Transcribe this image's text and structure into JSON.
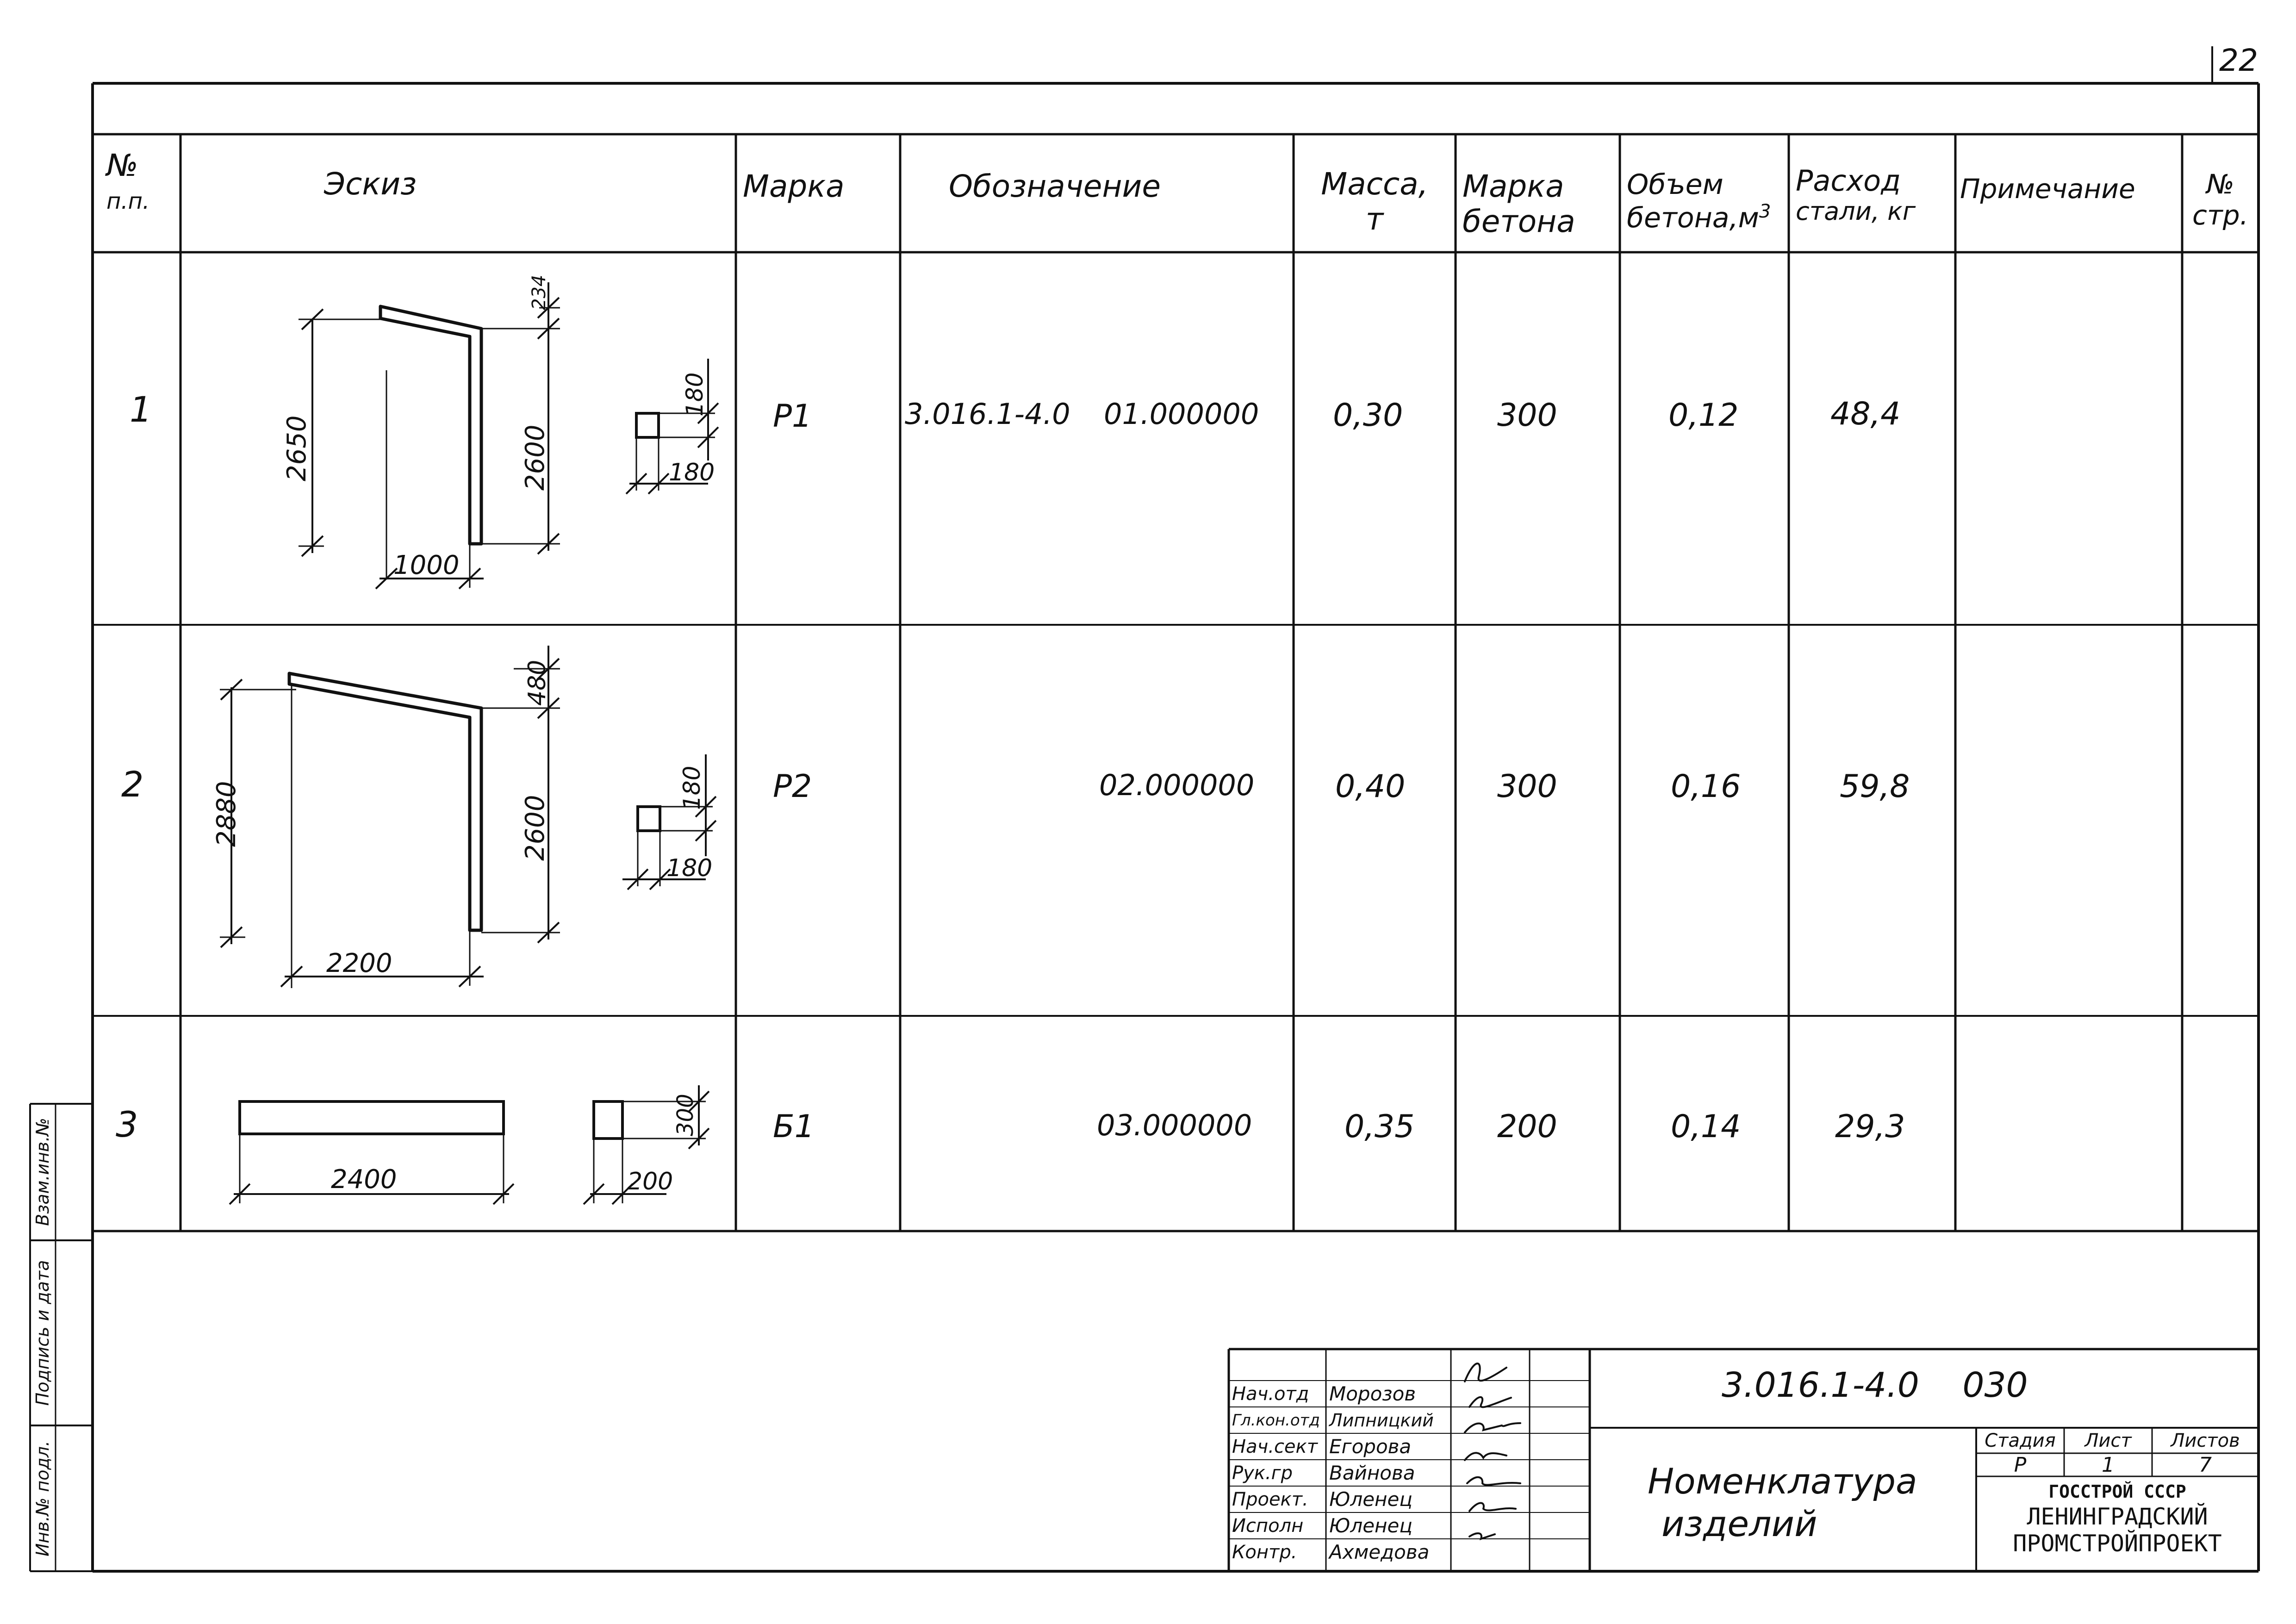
{
  "page_number": "22",
  "headers": {
    "no": [
      "№",
      "п.п."
    ],
    "sketch": "Эскиз",
    "mark": "Марка",
    "designation": "Обозначение",
    "mass": [
      "Масса,",
      "т"
    ],
    "concrete_grade": [
      "Марка",
      "бетона"
    ],
    "concrete_volume": [
      "Объем",
      "бетона,м",
      "3"
    ],
    "steel": [
      "Расход",
      "стали, кг"
    ],
    "note": "Примечание",
    "page": [
      "№",
      "стр."
    ]
  },
  "rows": [
    {
      "no": "1",
      "mark": "Р1",
      "series": "3.016.1-4.0",
      "code": "01.000000",
      "mass": "0,30",
      "grade": "300",
      "volume": "0,12",
      "steel": "48,4",
      "dims": {
        "overall_h": "2650",
        "leg_h": "2600",
        "slope": "234",
        "width": "1000",
        "sec_h": "180",
        "sec_w": "180"
      }
    },
    {
      "no": "2",
      "mark": "Р2",
      "series": "",
      "code": "02.000000",
      "mass": "0,40",
      "grade": "300",
      "volume": "0,16",
      "steel": "59,8",
      "dims": {
        "overall_h": "2880",
        "leg_h": "2600",
        "slope": "480",
        "width": "2200",
        "sec_h": "180",
        "sec_w": "180"
      }
    },
    {
      "no": "3",
      "mark": "Б1",
      "series": "",
      "code": "03.000000",
      "mass": "0,35",
      "grade": "200",
      "volume": "0,14",
      "steel": "29,3",
      "dims": {
        "length": "2400",
        "sec_h": "300",
        "sec_w": "200"
      }
    }
  ],
  "side_stamp": [
    "Инв.№ подл.",
    "Подпись и дата",
    "Взам.инв.№"
  ],
  "title_block": {
    "people": [
      {
        "role": "Нач.отд",
        "name": "Морозов"
      },
      {
        "role": "Гл.кон.отд",
        "name": "Липницкий"
      },
      {
        "role": "Нач.сект",
        "name": "Егорова"
      },
      {
        "role": "Рук.гр",
        "name": "Вайнова"
      },
      {
        "role": "Проект.",
        "name": "Юленец"
      },
      {
        "role": "Исполн",
        "name": "Юленец"
      },
      {
        "role": "Контр.",
        "name": "Ахмедова"
      }
    ],
    "doc_code": "3.016.1-4.0",
    "doc_sheet_code": "030",
    "title_line1": "Номенклатура",
    "title_line2": "изделий",
    "stage_label": "Стадия",
    "sheet_label": "Лист",
    "sheets_label": "Листов",
    "stage": "Р",
    "sheet": "1",
    "sheets": "7",
    "org1": "ГОССТРОЙ СССР",
    "org2": "ЛЕНИНГРАДСКИЙ",
    "org3": "ПРОМСТРОЙПРОЕКТ"
  }
}
